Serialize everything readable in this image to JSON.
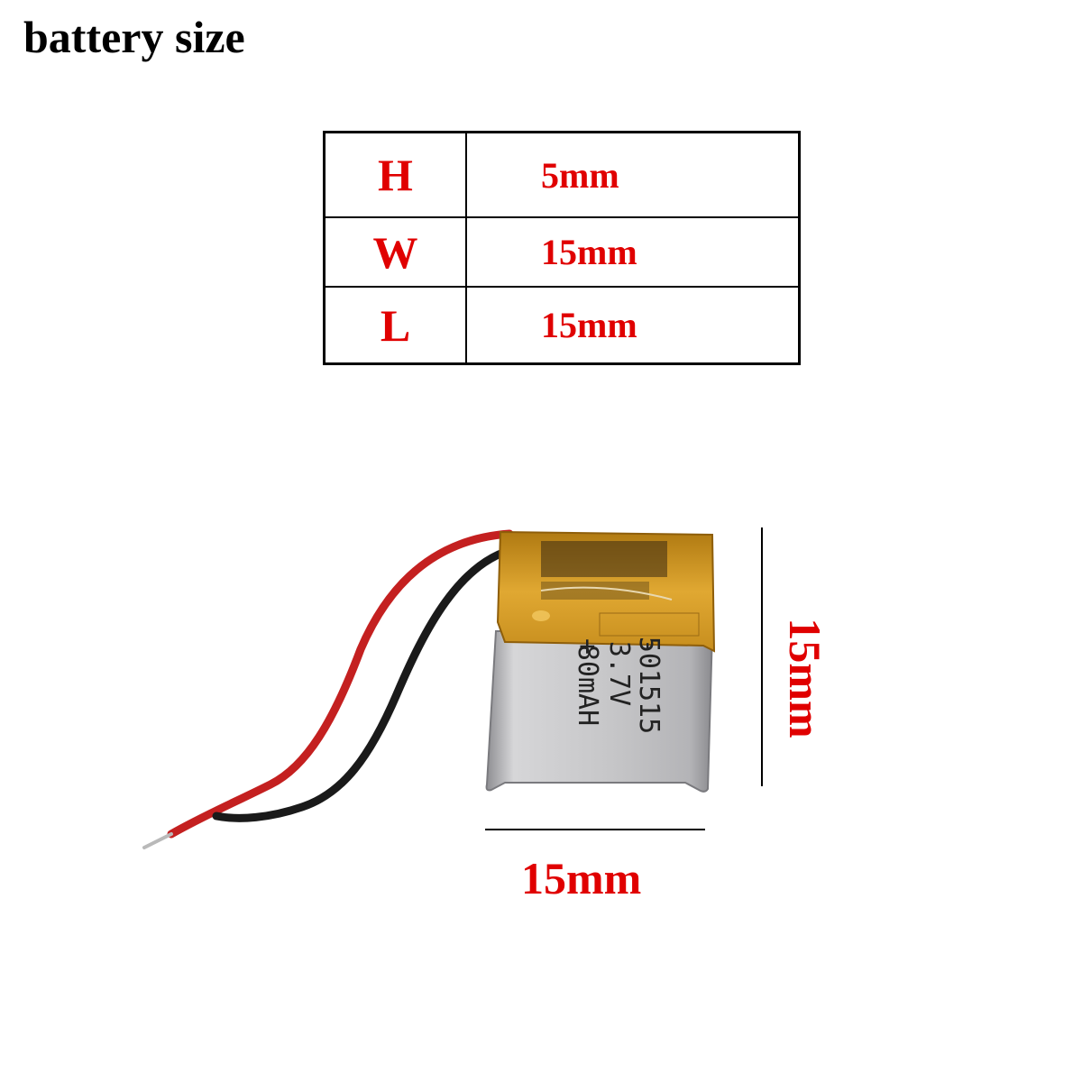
{
  "title": "battery size",
  "dimensions_table": {
    "rows": [
      {
        "key": "H",
        "value": "5mm"
      },
      {
        "key": "W",
        "value": "15mm"
      },
      {
        "key": "L",
        "value": "15mm"
      }
    ]
  },
  "battery_label": {
    "model": "501515",
    "voltage": "3.7V",
    "capacity": "80mAH",
    "minus": "-",
    "plus": "+"
  },
  "measure_labels": {
    "width": "15mm",
    "height": "15mm"
  },
  "colors": {
    "accent_red": "#e00000",
    "text_black": "#000000",
    "battery_gold": "#d9a12a",
    "battery_silver": "#c9c9cb",
    "wire_red": "#c42020",
    "wire_black": "#1a1a1a"
  },
  "icons": [
    "battery-photo"
  ]
}
